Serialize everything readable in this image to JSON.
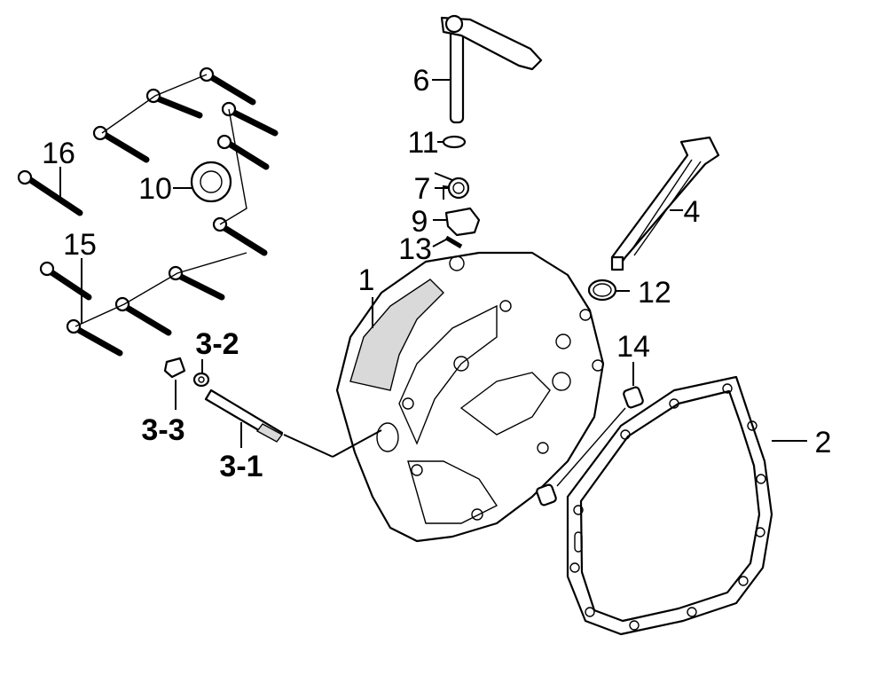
{
  "diagram": {
    "callouts": {
      "c1": "1",
      "c2": "2",
      "c3_1": "3-1",
      "c3_2": "3-2",
      "c3_3": "3-3",
      "c4": "4",
      "c6": "6",
      "c7": "7",
      "c9": "9",
      "c10": "10",
      "c11": "11",
      "c12": "12",
      "c13": "13",
      "c14": "14",
      "c15": "15",
      "c16": "16"
    }
  }
}
